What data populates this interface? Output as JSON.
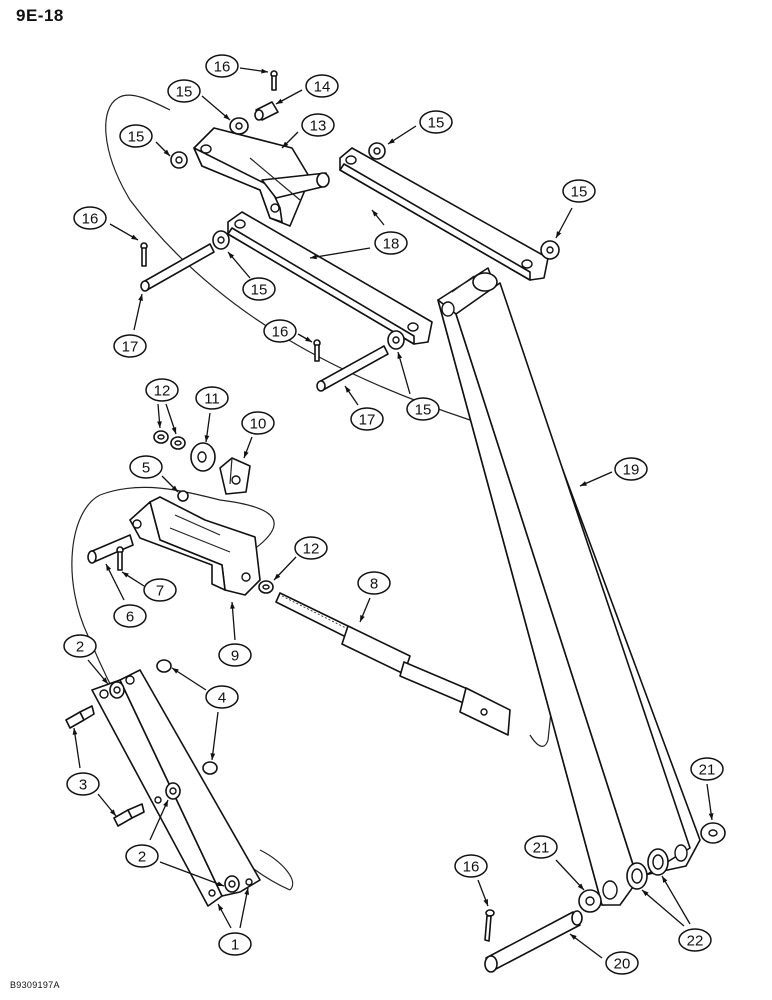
{
  "header": {
    "page_code": "9E-18"
  },
  "footer": {
    "drawing_ref": "B9309197A"
  },
  "callouts": [
    {
      "id": "c16a",
      "label": "16"
    },
    {
      "id": "c14",
      "label": "14"
    },
    {
      "id": "c15a",
      "label": "15"
    },
    {
      "id": "c13",
      "label": "13"
    },
    {
      "id": "c15b",
      "label": "15"
    },
    {
      "id": "c15c",
      "label": "15"
    },
    {
      "id": "c15d",
      "label": "15"
    },
    {
      "id": "c16b",
      "label": "16"
    },
    {
      "id": "c18",
      "label": "18"
    },
    {
      "id": "c15e",
      "label": "15"
    },
    {
      "id": "c17a",
      "label": "17"
    },
    {
      "id": "c16c",
      "label": "16"
    },
    {
      "id": "c17b",
      "label": "17"
    },
    {
      "id": "c15f",
      "label": "15"
    },
    {
      "id": "c12a",
      "label": "12"
    },
    {
      "id": "c11",
      "label": "11"
    },
    {
      "id": "c10",
      "label": "10"
    },
    {
      "id": "c5",
      "label": "5"
    },
    {
      "id": "c19",
      "label": "19"
    },
    {
      "id": "c12b",
      "label": "12"
    },
    {
      "id": "c7",
      "label": "7"
    },
    {
      "id": "c8",
      "label": "8"
    },
    {
      "id": "c6",
      "label": "6"
    },
    {
      "id": "c9",
      "label": "9"
    },
    {
      "id": "c2a",
      "label": "2"
    },
    {
      "id": "c4",
      "label": "4"
    },
    {
      "id": "c3",
      "label": "3"
    },
    {
      "id": "c21a",
      "label": "21"
    },
    {
      "id": "c2b",
      "label": "2"
    },
    {
      "id": "c16d",
      "label": "16"
    },
    {
      "id": "c21b",
      "label": "21"
    },
    {
      "id": "c1",
      "label": "1"
    },
    {
      "id": "c22",
      "label": "22"
    },
    {
      "id": "c20",
      "label": "20"
    }
  ]
}
